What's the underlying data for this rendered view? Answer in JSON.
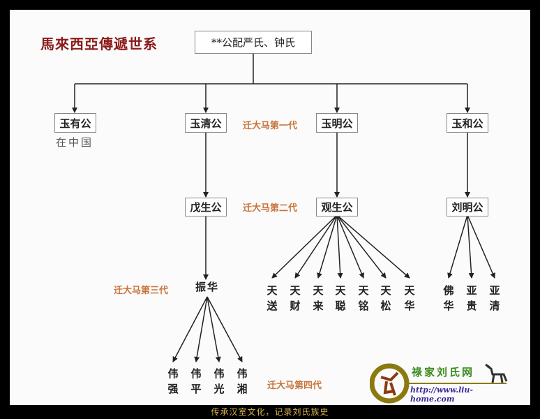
{
  "title": "馬來西亞傳遞世系",
  "root": "**公配严氏、钟氏",
  "generation1": [
    {
      "name": "玉有公",
      "note": "在中国"
    },
    {
      "name": "玉清公"
    },
    {
      "name": "玉明公"
    },
    {
      "name": "玉和公"
    }
  ],
  "generation_labels": [
    "迁大马第一代",
    "迁大马第二代",
    "迁大马第三代",
    "迁大马第四代"
  ],
  "generation2": [
    "戊生公",
    "观生公",
    "刘明公"
  ],
  "generation3_zhenhua": "振华",
  "guansheng_children": [
    "天送",
    "天财",
    "天来",
    "天聪",
    "天铭",
    "天松",
    "天华"
  ],
  "liuming_children": [
    "佛华",
    "亚贵",
    "亚清"
  ],
  "zhenhua_children": [
    "伟强",
    "伟平",
    "伟光",
    "伟湘"
  ],
  "logo": {
    "name": "祿家刘氏网",
    "url": "http://www.liu-home.com"
  },
  "footer": "传承汉室文化，记录刘氏族史",
  "colors": {
    "title": "#8b1a1a",
    "generation_label": "#c8733a",
    "footer": "#d8b64a"
  }
}
